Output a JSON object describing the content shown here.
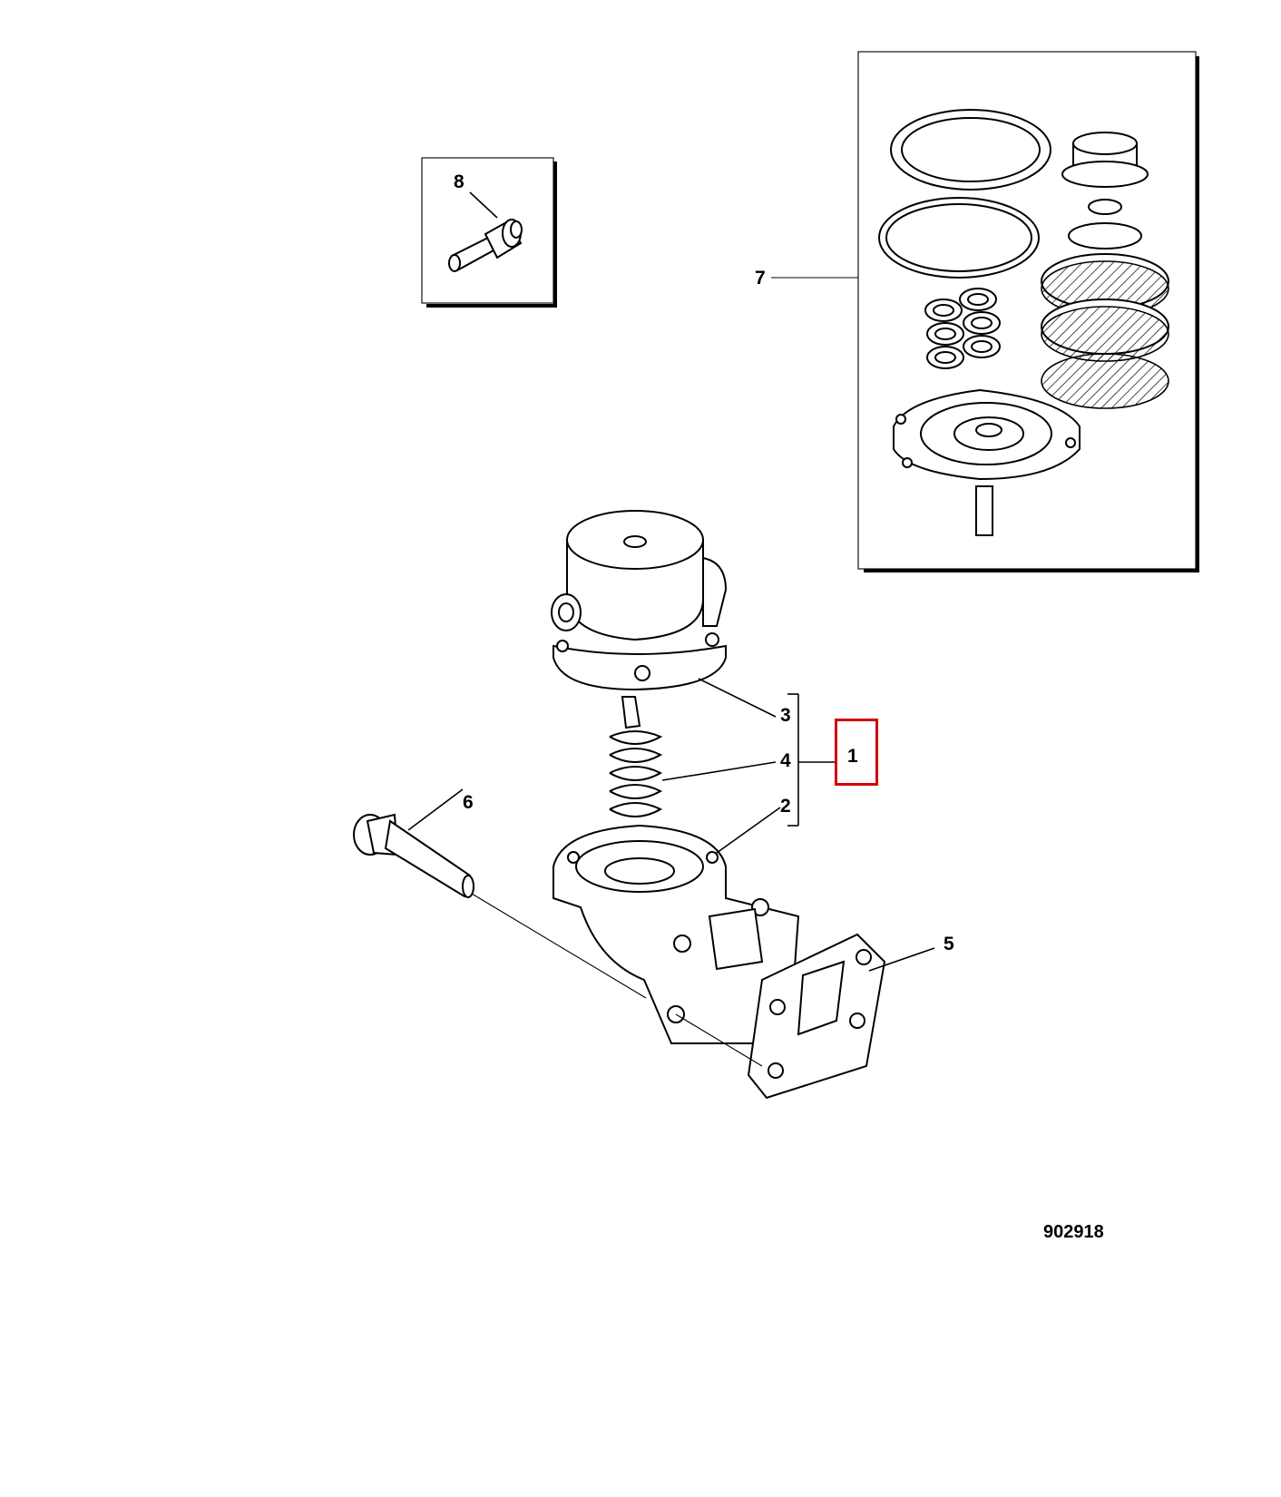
{
  "labels": {
    "item_1": "1",
    "item_2": "2",
    "item_3": "3",
    "item_4": "4",
    "item_5": "5",
    "item_6": "6",
    "item_7": "7",
    "item_8": "8"
  },
  "reference_number": "902918",
  "highlight_color": "#d40000",
  "highlighted_item": "1"
}
